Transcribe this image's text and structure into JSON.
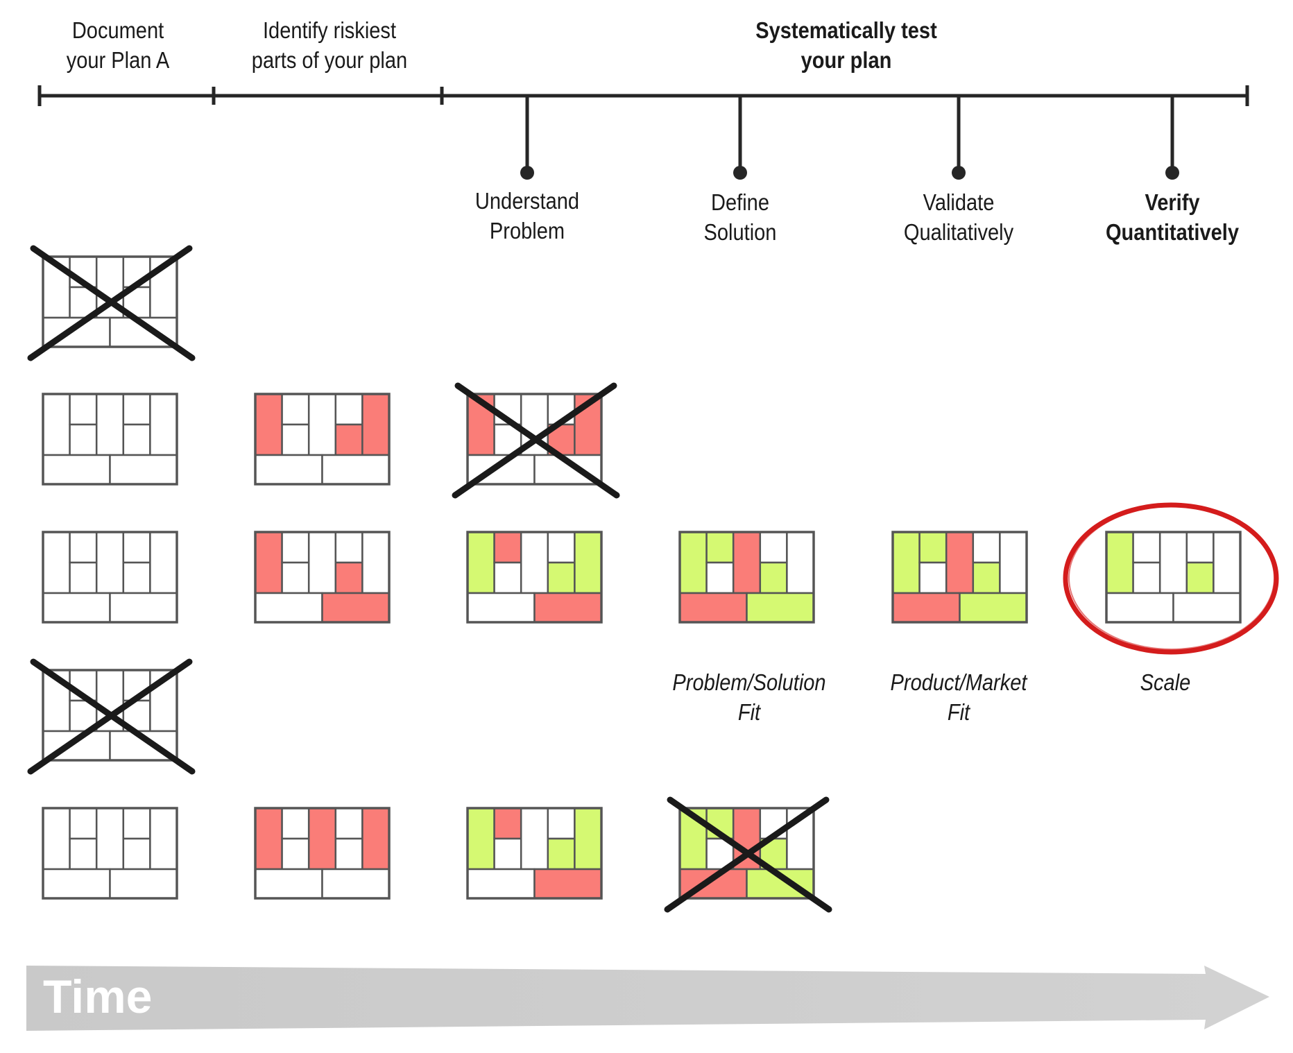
{
  "phases": [
    {
      "line1": "Document",
      "line2": "your Plan A"
    },
    {
      "line1": "Identify riskiest",
      "line2": "parts of your plan"
    },
    {
      "line1": "Systematically test",
      "line2": "your plan"
    }
  ],
  "steps": [
    {
      "line1": "Understand",
      "line2": "Problem"
    },
    {
      "line1": "Define",
      "line2": "Solution"
    },
    {
      "line1": "Validate",
      "line2": "Qualitatively"
    },
    {
      "line1": "Verify",
      "line2": "Quantitatively"
    }
  ],
  "milestones": [
    {
      "line1": "Problem/Solution",
      "line2": "Fit"
    },
    {
      "line1": "Product/Market",
      "line2": "Fit"
    },
    {
      "line1": "Scale",
      "line2": ""
    }
  ],
  "time_label": "Time",
  "colors": {
    "risk_red": "#fa7d78",
    "validated_green": "#d5f972",
    "cell_border": "#555555",
    "cross": "#1a1a1a",
    "highlight_ring": "#d41c1c",
    "time_arrow": "#cccccc"
  },
  "canvases": [
    {
      "row": 1,
      "column": 1,
      "crossed": true,
      "cells": "WWWWWWWWWW"
    },
    {
      "row": 2,
      "column": 1,
      "crossed": false,
      "cells": "WWWWWWWWWW"
    },
    {
      "row": 2,
      "column": 2,
      "crossed": false,
      "cells": "RWWWWRRWWW"
    },
    {
      "row": 2,
      "column": 3,
      "crossed": true,
      "cells": "RWWWWRRWWW"
    },
    {
      "row": 3,
      "column": 1,
      "crossed": false,
      "cells": "WWWWWWWWWW"
    },
    {
      "row": 3,
      "column": 2,
      "crossed": false,
      "cells": "RWWWWRWWWR"
    },
    {
      "row": 3,
      "column": 3,
      "crossed": false,
      "cells": "GRWWWWGWWR"
    },
    {
      "row": 3,
      "column": 4,
      "crossed": false,
      "cells": "GGWRWGWWRG"
    },
    {
      "row": 3,
      "column": 5,
      "crossed": false,
      "cells": "GGWRWGWWRG"
    },
    {
      "row": 3,
      "column": 6,
      "crossed": false,
      "cells": "GWWWWGWWWW",
      "highlighted": true
    },
    {
      "row": 4,
      "column": 1,
      "crossed": true,
      "cells": "WWWWWWWWWW"
    },
    {
      "row": 5,
      "column": 1,
      "crossed": false,
      "cells": "WWWWWWWWWW"
    },
    {
      "row": 5,
      "column": 2,
      "crossed": false,
      "cells": "RWWRWWRWWW"
    },
    {
      "row": 5,
      "column": 3,
      "crossed": false,
      "cells": "GRWWWWGWWR"
    },
    {
      "row": 5,
      "column": 4,
      "crossed": true,
      "cells": "GGWRWGWWRG"
    }
  ]
}
